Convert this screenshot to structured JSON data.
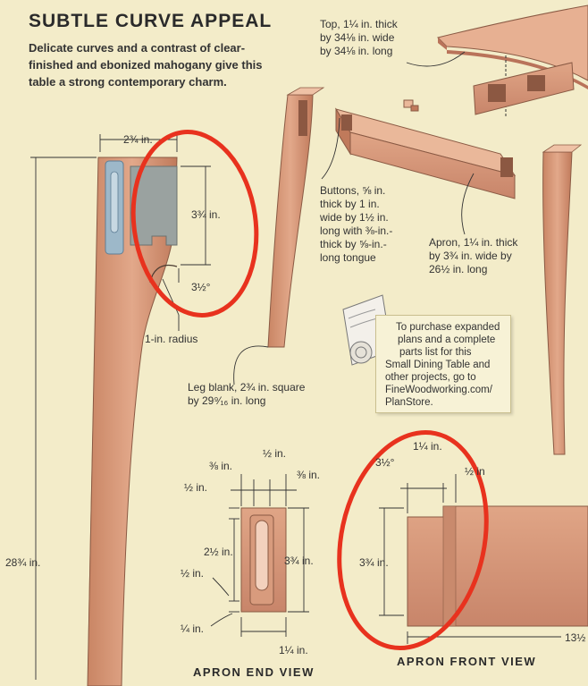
{
  "header": {
    "title": "SUBTLE CURVE APPEAL",
    "subtitle": "Delicate curves and a contrast of clear-finished and ebonized mahogany give this table a strong contemporary charm."
  },
  "callouts": {
    "top_line1": "Top, 1¼ in. thick",
    "top_line2": "by 34⅛ in. wide",
    "top_line3": "by 34⅛ in. long",
    "buttons_line1": "Buttons, ⅝ in.",
    "buttons_line2": "thick by 1 in.",
    "buttons_line3": "wide by 1½ in.",
    "buttons_line4": "long with ⅜-in.-",
    "buttons_line5": "thick by ⅝-in.-",
    "buttons_line6": "long tongue",
    "apron_line1": "Apron, 1¼ in. thick",
    "apron_line2": "by 3¾ in. wide by",
    "apron_line3": "26½ in. long",
    "leg_line1": "Leg blank, 2¾ in. square",
    "leg_line2": "by 29⁹⁄₁₆ in. long"
  },
  "leg_dims": {
    "width": "2¾ in.",
    "mortise_depth": "3¾ in.",
    "angle": "3½°",
    "radius": "1-in. radius",
    "height": "28¾ in."
  },
  "note": {
    "line1": "To purchase expanded",
    "line2": "plans and a complete",
    "line3": "parts list for this",
    "line4": "Small Dining Table and",
    "line5": "other projects, go to",
    "line6": "FineWoodworking.com/",
    "line7": "PlanStore."
  },
  "apron_end_view": {
    "title": "APRON END VIEW",
    "d_three_eighths_a": "⅜ in.",
    "d_half_top": "½ in.",
    "d_three_eighths_b": "⅜ in.",
    "d_half_left": "½ in.",
    "d_two_half": "2½ in.",
    "d_three_quarter": "3¾ in.",
    "d_half_low": "½ in.",
    "d_quarter": "¼ in.",
    "d_one_quarter": "1¼ in."
  },
  "apron_front_view": {
    "title": "APRON FRONT VIEW",
    "d_top": "1¼ in.",
    "d_angle": "3½°",
    "d_half": "½ in",
    "d_height": "3¾ in.",
    "d_length": "13½"
  },
  "colors": {
    "background": "#f3ecc9",
    "wood": "#d99b7c",
    "wood_dark": "#b9735a",
    "highlight": "#e8321e"
  }
}
